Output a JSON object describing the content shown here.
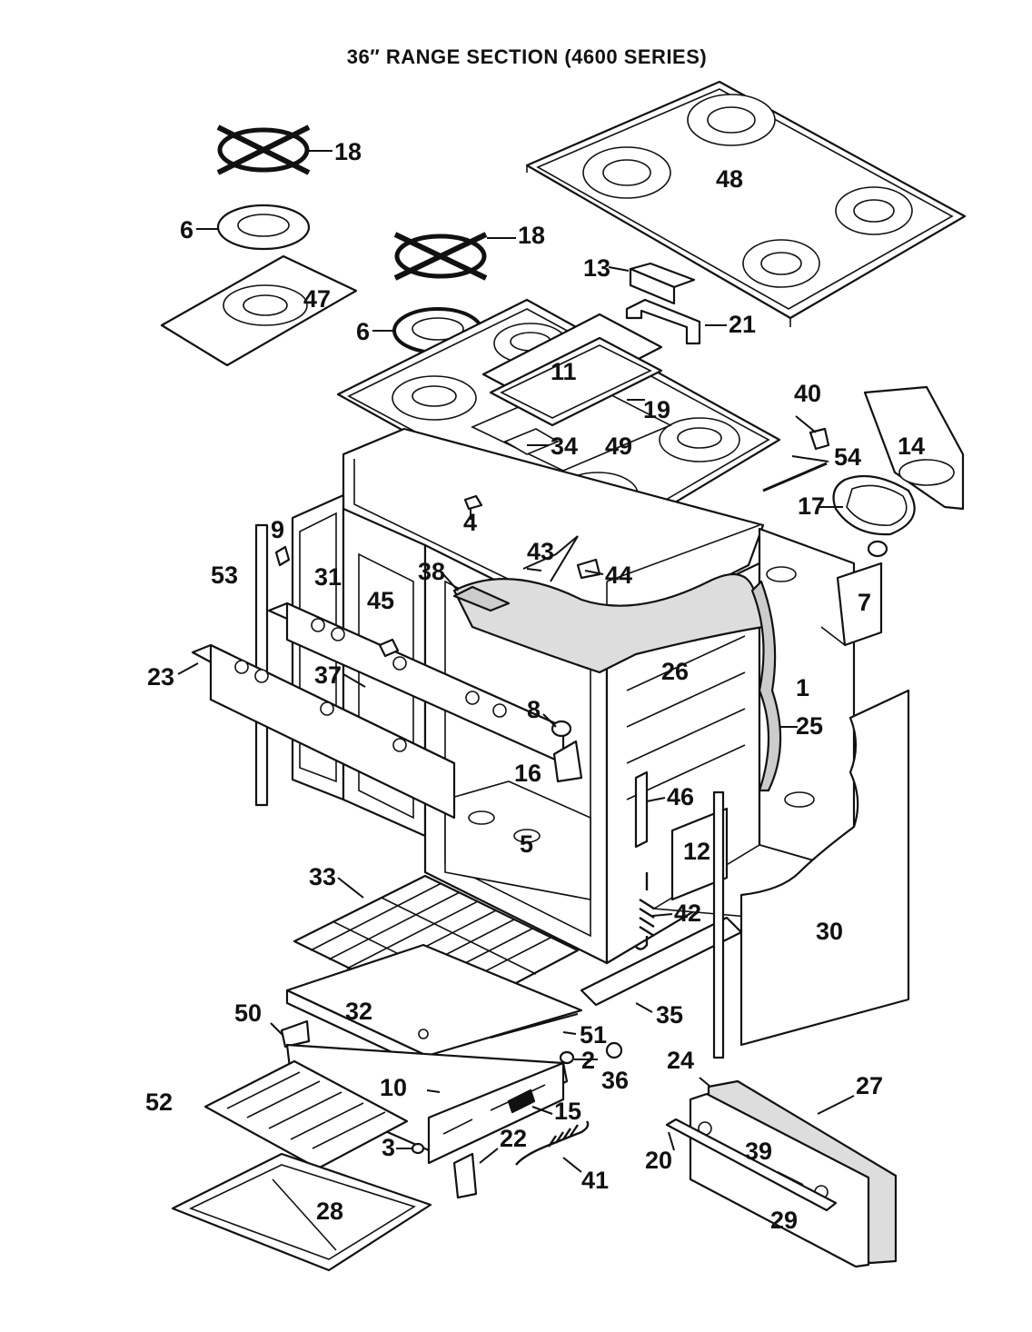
{
  "title": "36″ RANGE SECTION (4600 SERIES)",
  "parts": [
    {
      "id": "p1",
      "label": "1"
    },
    {
      "id": "p2",
      "label": "2"
    },
    {
      "id": "p3",
      "label": "3"
    },
    {
      "id": "p4",
      "label": "4"
    },
    {
      "id": "p5",
      "label": "5"
    },
    {
      "id": "p6a",
      "label": "6"
    },
    {
      "id": "p6b",
      "label": "6"
    },
    {
      "id": "p7",
      "label": "7"
    },
    {
      "id": "p8",
      "label": "8"
    },
    {
      "id": "p9",
      "label": "9"
    },
    {
      "id": "p10",
      "label": "10"
    },
    {
      "id": "p11",
      "label": "11"
    },
    {
      "id": "p12",
      "label": "12"
    },
    {
      "id": "p13",
      "label": "13"
    },
    {
      "id": "p14",
      "label": "14"
    },
    {
      "id": "p15",
      "label": "15"
    },
    {
      "id": "p16",
      "label": "16"
    },
    {
      "id": "p17",
      "label": "17"
    },
    {
      "id": "p18a",
      "label": "18"
    },
    {
      "id": "p18b",
      "label": "18"
    },
    {
      "id": "p19",
      "label": "19"
    },
    {
      "id": "p20",
      "label": "20"
    },
    {
      "id": "p21",
      "label": "21"
    },
    {
      "id": "p22",
      "label": "22"
    },
    {
      "id": "p23",
      "label": "23"
    },
    {
      "id": "p24",
      "label": "24"
    },
    {
      "id": "p25",
      "label": "25"
    },
    {
      "id": "p26",
      "label": "26"
    },
    {
      "id": "p27",
      "label": "27"
    },
    {
      "id": "p28",
      "label": "28"
    },
    {
      "id": "p29",
      "label": "29"
    },
    {
      "id": "p30",
      "label": "30"
    },
    {
      "id": "p31",
      "label": "31"
    },
    {
      "id": "p32",
      "label": "32"
    },
    {
      "id": "p33",
      "label": "33"
    },
    {
      "id": "p34",
      "label": "34"
    },
    {
      "id": "p35",
      "label": "35"
    },
    {
      "id": "p36",
      "label": "36"
    },
    {
      "id": "p37",
      "label": "37"
    },
    {
      "id": "p38",
      "label": "38"
    },
    {
      "id": "p39",
      "label": "39"
    },
    {
      "id": "p40",
      "label": "40"
    },
    {
      "id": "p41",
      "label": "41"
    },
    {
      "id": "p42",
      "label": "42"
    },
    {
      "id": "p43",
      "label": "43"
    },
    {
      "id": "p44",
      "label": "44"
    },
    {
      "id": "p45",
      "label": "45"
    },
    {
      "id": "p46",
      "label": "46"
    },
    {
      "id": "p47",
      "label": "47"
    },
    {
      "id": "p48",
      "label": "48"
    },
    {
      "id": "p49",
      "label": "49"
    },
    {
      "id": "p50",
      "label": "50"
    },
    {
      "id": "p51",
      "label": "51"
    },
    {
      "id": "p52",
      "label": "52"
    },
    {
      "id": "p53",
      "label": "53"
    },
    {
      "id": "p54",
      "label": "54"
    }
  ]
}
